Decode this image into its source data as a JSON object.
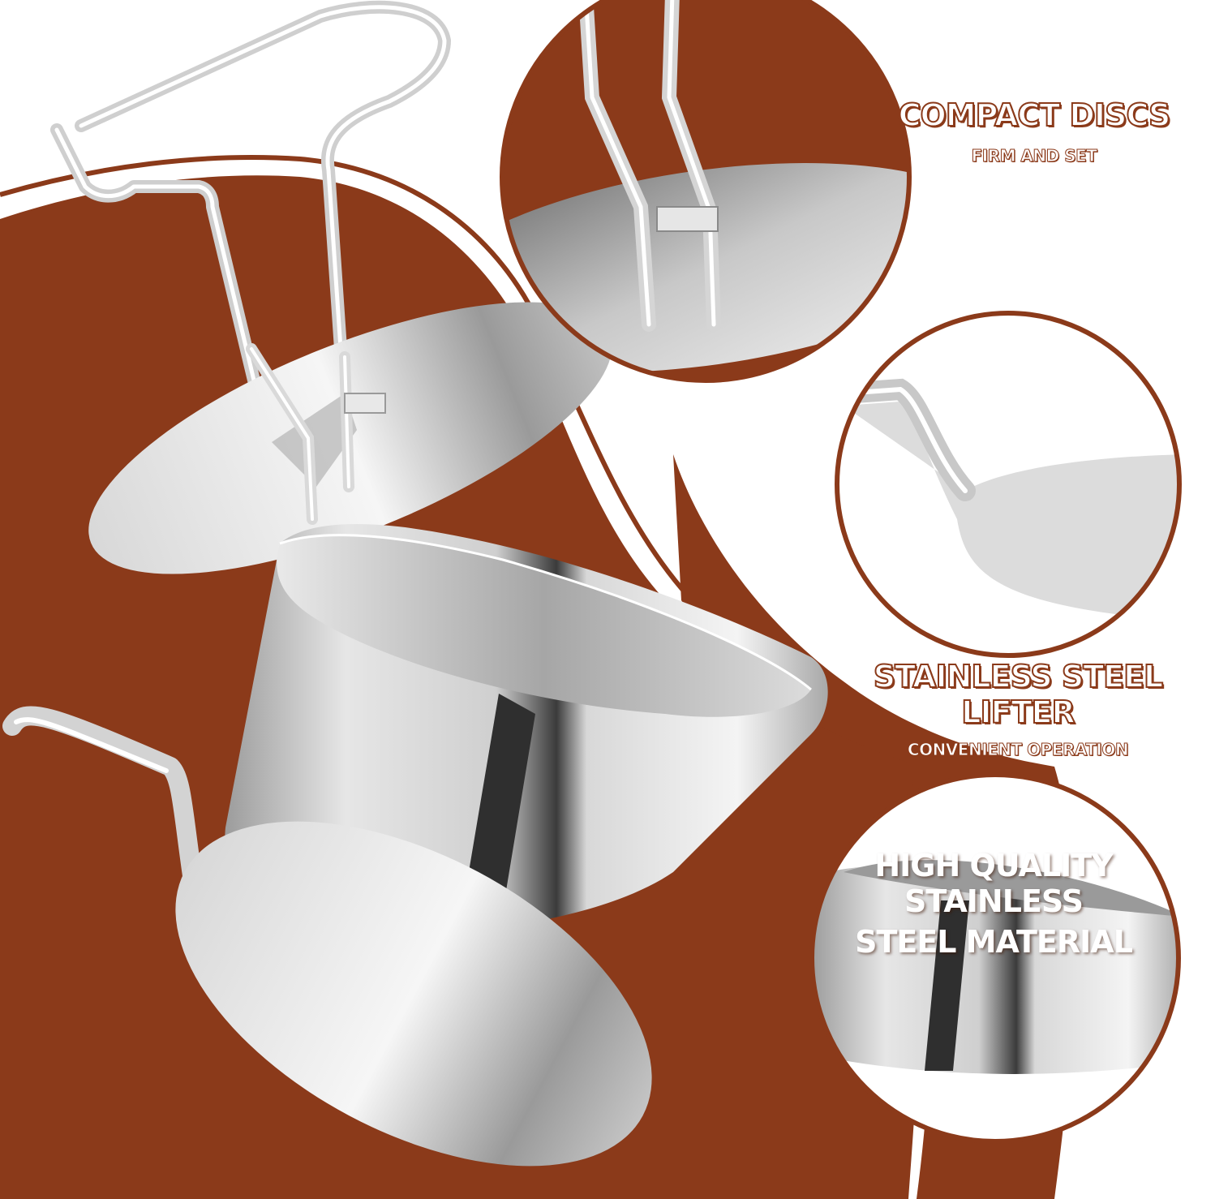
{
  "colors": {
    "brown": "#8B3A1A",
    "white": "#FFFFFF",
    "steel_light": "#EDEDED",
    "steel_dark": "#5E5E5E"
  },
  "features": [
    {
      "title": "COMPACT DISCS",
      "subtitle": "FIRM AND SET"
    },
    {
      "title": "STAINLESS STEEL LIFTER",
      "subtitle": "CONVENIENT OPERATION"
    },
    {
      "title_line1": "HIGH QUALITY STAINLESS",
      "title_line2": "STEEL MATERIAL"
    }
  ]
}
